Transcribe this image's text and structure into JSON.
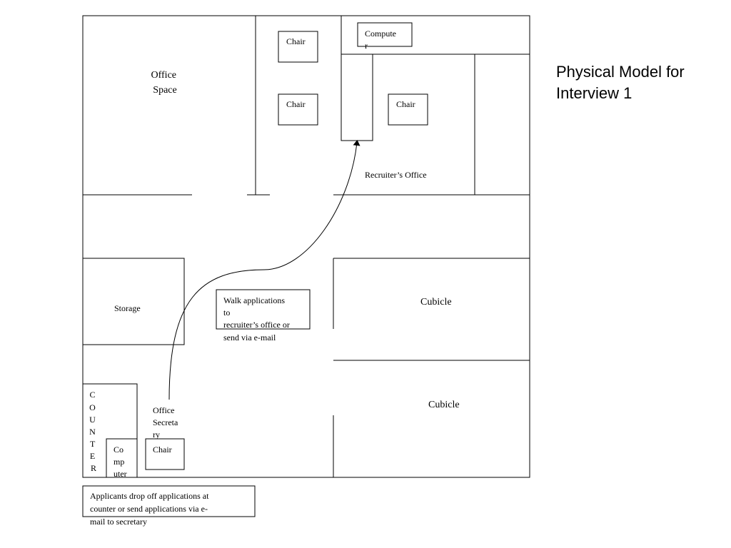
{
  "title": [
    "Physical Model for",
    "Interview 1"
  ],
  "rooms": {
    "office_space": [
      "Office",
      "Space"
    ],
    "recruiters_office": "Recruiter’s Office",
    "storage": "Storage",
    "cubicle_top": "Cubicle",
    "cubicle_bottom": "Cubicle",
    "counter": [
      "C",
      "O",
      "U",
      "N",
      "T",
      "E",
      "R"
    ]
  },
  "furniture": {
    "chair_1": "Chair",
    "chair_2": "Chair",
    "chair_3": "Chair",
    "chair_4": "Chair",
    "computer_top": [
      "Compute",
      "r"
    ],
    "computer_counter": [
      "Co",
      "mp",
      "uter"
    ]
  },
  "labels": {
    "office_secretary": [
      "Office",
      "Secreta",
      "ry"
    ]
  },
  "notes": {
    "walk_applications": [
      "Walk applications",
      "to",
      "recruiter’s office or",
      "send via e-mail"
    ],
    "applicants_drop": [
      "Applicants drop off applications at",
      "counter or send applications via e-",
      "mail to secretary"
    ]
  }
}
